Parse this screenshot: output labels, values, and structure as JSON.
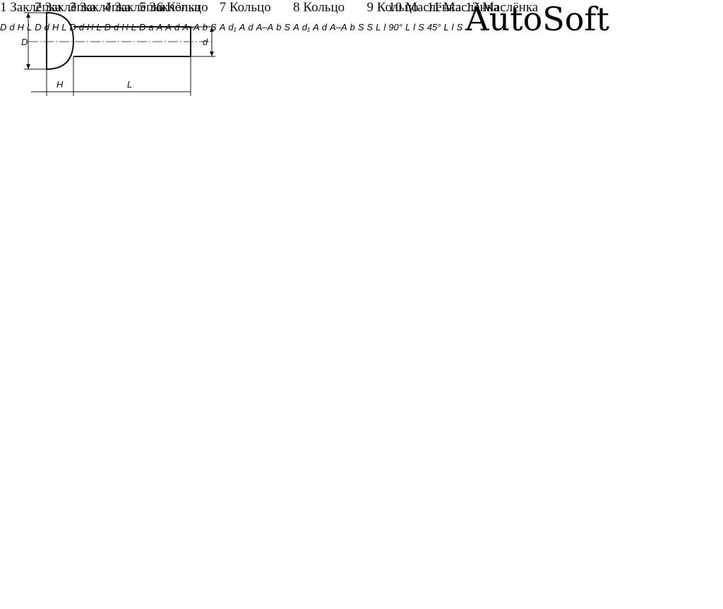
{
  "captions": [
    "1 Заклёпка",
    "2 Заклёпка",
    "3 Заклёпка",
    "4 Заклёпка",
    "5 Заклёпка",
    "6 Кольцо",
    "7 Кольцо",
    "8 Кольцо",
    "9 Кольцо",
    "10 Маслёнка",
    "11 Маслёнка",
    "12 Маслёнка"
  ],
  "dim_labels": {
    "D": "D",
    "d": "d",
    "H": "H",
    "L": "L",
    "l": "l",
    "a": "a",
    "A": "A",
    "b": "b",
    "S": "S",
    "AA": "A–A",
    "d1": "d₁",
    "angle90": "90°",
    "angle45": "45°"
  },
  "watermark": "AutoSoft"
}
